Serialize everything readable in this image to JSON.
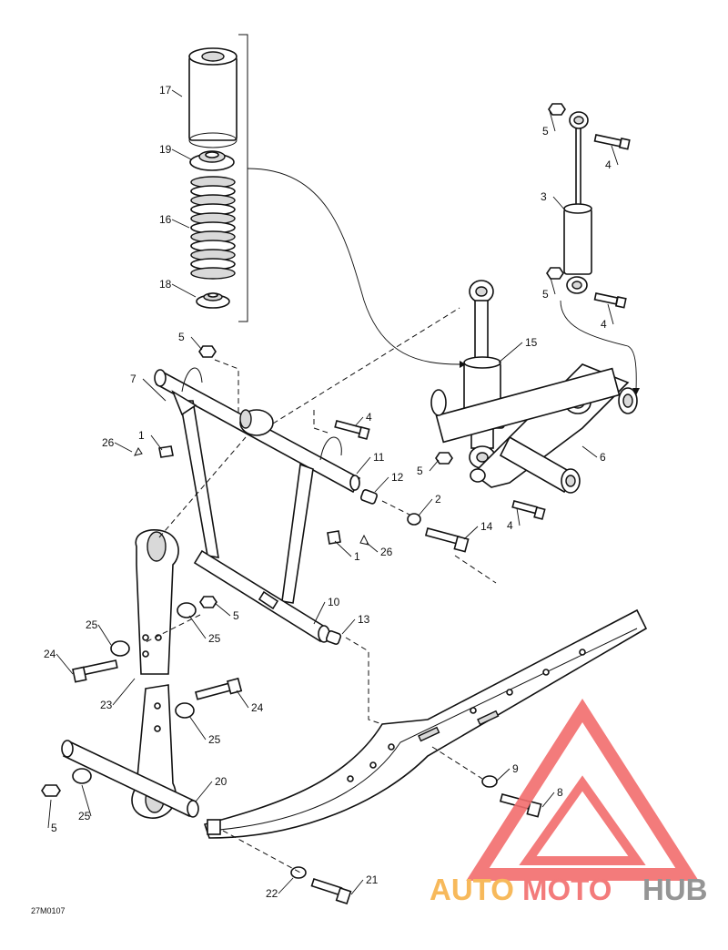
{
  "diagram": {
    "reference_code": "27M0107",
    "callouts": [
      {
        "id": "c17",
        "label": "17"
      },
      {
        "id": "c19",
        "label": "19"
      },
      {
        "id": "c16",
        "label": "16"
      },
      {
        "id": "c18",
        "label": "18"
      },
      {
        "id": "c5a",
        "label": "5"
      },
      {
        "id": "c4a",
        "label": "4"
      },
      {
        "id": "c3",
        "label": "3"
      },
      {
        "id": "c5b",
        "label": "5"
      },
      {
        "id": "c4b",
        "label": "4"
      },
      {
        "id": "c5c",
        "label": "5"
      },
      {
        "id": "c7",
        "label": "7"
      },
      {
        "id": "c15",
        "label": "15"
      },
      {
        "id": "c1a",
        "label": "1"
      },
      {
        "id": "c26a",
        "label": "26"
      },
      {
        "id": "c4c",
        "label": "4"
      },
      {
        "id": "c11",
        "label": "11"
      },
      {
        "id": "c12",
        "label": "12"
      },
      {
        "id": "c5d",
        "label": "5"
      },
      {
        "id": "c6",
        "label": "6"
      },
      {
        "id": "c2",
        "label": "2"
      },
      {
        "id": "c14",
        "label": "14"
      },
      {
        "id": "c4d",
        "label": "4"
      },
      {
        "id": "c1b",
        "label": "1"
      },
      {
        "id": "c26b",
        "label": "26"
      },
      {
        "id": "c10",
        "label": "10"
      },
      {
        "id": "c13",
        "label": "13"
      },
      {
        "id": "c5e",
        "label": "5"
      },
      {
        "id": "c25a",
        "label": "25"
      },
      {
        "id": "c25b",
        "label": "25"
      },
      {
        "id": "c24a",
        "label": "24"
      },
      {
        "id": "c23",
        "label": "23"
      },
      {
        "id": "c24b",
        "label": "24"
      },
      {
        "id": "c25c",
        "label": "25"
      },
      {
        "id": "c9",
        "label": "9"
      },
      {
        "id": "c8",
        "label": "8"
      },
      {
        "id": "c20",
        "label": "20"
      },
      {
        "id": "c5f",
        "label": "5"
      },
      {
        "id": "c25d",
        "label": "25"
      },
      {
        "id": "c22",
        "label": "22"
      },
      {
        "id": "c21",
        "label": "21"
      }
    ]
  },
  "watermark": {
    "brand_part1": "AUTO",
    "brand_part2": "MOTO",
    "brand_part3": "HUB",
    "color_red": "#f26d6d",
    "color_orange": "#f7b24a",
    "color_gray": "#8a8a8a"
  }
}
